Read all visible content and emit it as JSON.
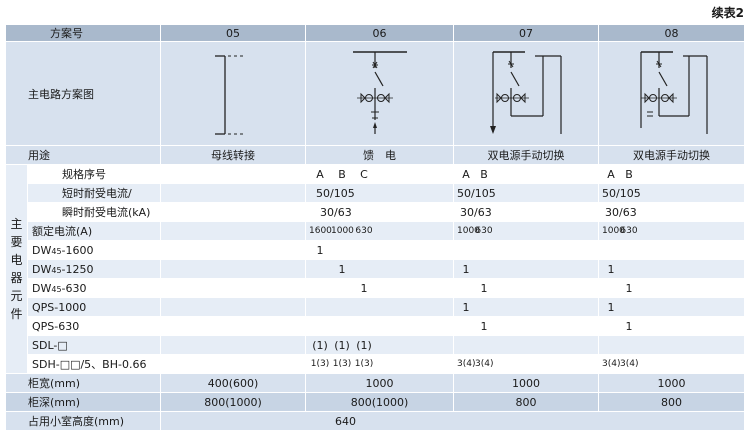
{
  "continuation": "续表2",
  "header": {
    "label": "方案号",
    "schemes": [
      "05",
      "06",
      "07",
      "08"
    ]
  },
  "diagram_row": {
    "label": "主电路方案图"
  },
  "usage": {
    "label": "用途",
    "values": [
      "母线转接",
      "馈　电",
      "双电源手动切换",
      "双电源手动切换"
    ]
  },
  "side_label": "主要电器元件",
  "rows": {
    "spec_no": {
      "label": "规格序号",
      "s06": [
        "A",
        "B",
        "C"
      ],
      "s07": [
        "A",
        "B"
      ],
      "s08": [
        "A",
        "B"
      ]
    },
    "short_time_1": {
      "label": "短时耐受电流/",
      "s06": "50/105",
      "s07": "50/105",
      "s08": "50/105"
    },
    "short_time_2": {
      "label": "瞬时耐受电流(kA)",
      "s06": "30/63",
      "s07": "30/63",
      "s08": "30/63"
    },
    "rated_current": {
      "label": "额定电流(A)",
      "s06": [
        "1600",
        "1000",
        "630"
      ],
      "s07": [
        "1000",
        "630"
      ],
      "s08": [
        "1000",
        "630"
      ]
    },
    "dw1600": {
      "label_pre": "DW",
      "label_sub": "45",
      "label_post": "-1600",
      "s06": [
        "1",
        "",
        ""
      ],
      "s07": [
        "",
        ""
      ],
      "s08": [
        "",
        ""
      ]
    },
    "dw1250": {
      "label_pre": "DW",
      "label_sub": "45",
      "label_post": "-1250",
      "s06": [
        "",
        "1",
        ""
      ],
      "s07": [
        "1",
        ""
      ],
      "s08": [
        "1",
        ""
      ]
    },
    "dw630": {
      "label_pre": "DW",
      "label_sub": "45",
      "label_post": "-630",
      "s06": [
        "",
        "",
        "1"
      ],
      "s07": [
        "",
        "1"
      ],
      "s08": [
        "",
        "1"
      ]
    },
    "qps1000": {
      "label": "QPS-1000",
      "s06": [
        "",
        "",
        ""
      ],
      "s07": [
        "1",
        ""
      ],
      "s08": [
        "1",
        ""
      ]
    },
    "qps630": {
      "label": "QPS-630",
      "s06": [
        "",
        "",
        ""
      ],
      "s07": [
        "",
        "1"
      ],
      "s08": [
        "",
        "1"
      ]
    },
    "sdl": {
      "label": "SDL-□",
      "s06": [
        "(1)",
        "(1)",
        "(1)"
      ],
      "s07": [
        "",
        ""
      ],
      "s08": [
        "",
        ""
      ]
    },
    "sdh": {
      "label": "SDH-□□/5、BH-0.66",
      "s06": [
        "1(3)",
        "1(3)",
        "1(3)"
      ],
      "s07": [
        "3(4)",
        "3(4)"
      ],
      "s08": [
        "3(4)",
        "3(4)"
      ]
    }
  },
  "footer": {
    "width": {
      "label": "柜宽(mm)",
      "values": [
        "400(600)",
        "1000",
        "1000",
        "1000"
      ]
    },
    "depth": {
      "label": "柜深(mm)",
      "values": [
        "800(1000)",
        "800(1000)",
        "800",
        "800"
      ]
    },
    "height": {
      "label": "占用小室高度(mm)",
      "value": "640"
    }
  }
}
